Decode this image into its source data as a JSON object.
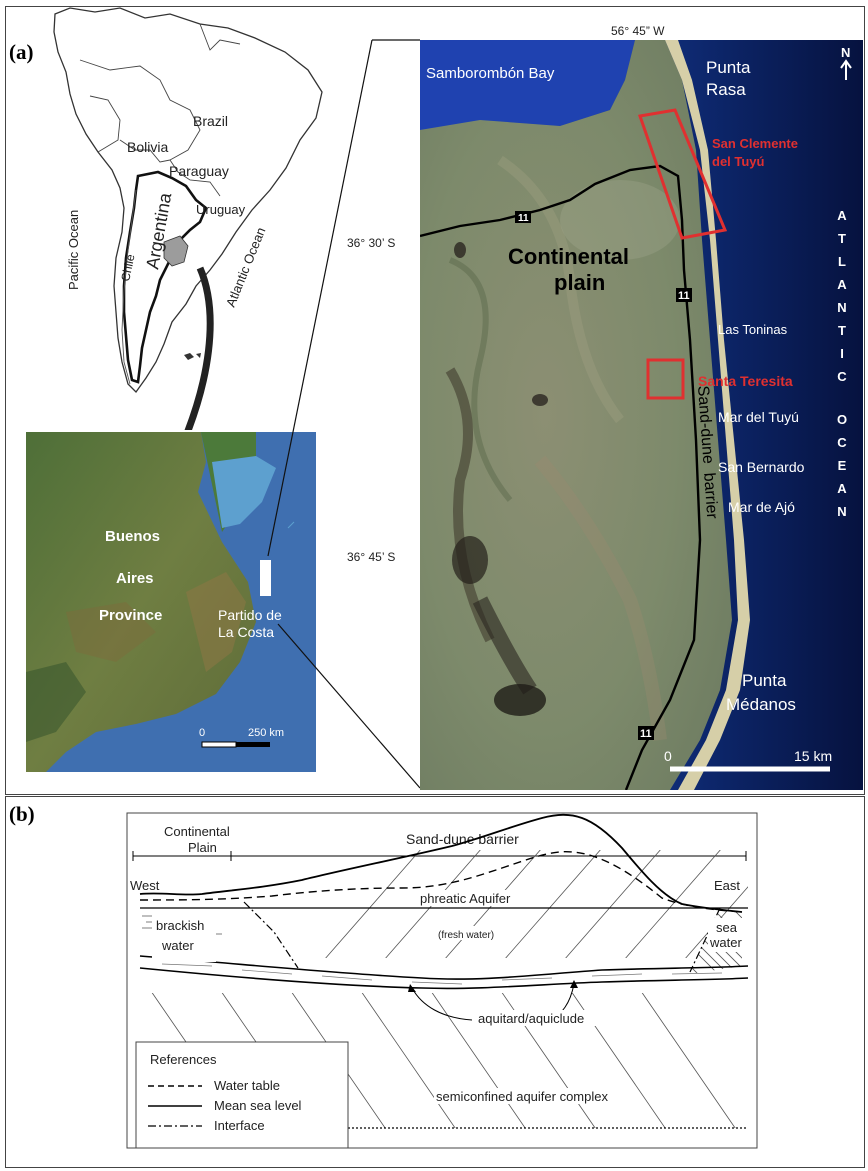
{
  "panel_a": {
    "label": "(a)",
    "continent_map": {
      "countries": [
        "Brazil",
        "Bolivia",
        "Paraguay",
        "Uruguay",
        "Chile",
        "Argentina"
      ],
      "oceans": [
        "Pacific Ocean",
        "Atlantic Ocean"
      ]
    },
    "province_map": {
      "province_lines": [
        "Buenos",
        "Aires",
        "Province"
      ],
      "partido_lines": [
        "Partido de",
        "La Costa"
      ],
      "scale_start": "0",
      "scale_end": "250 km"
    },
    "satellite_map": {
      "longitude_label": "56° 45” W",
      "lat_label_1": "36° 30’ S",
      "lat_label_2": "36° 45’ S",
      "bay": "Samborombón Bay",
      "punta_rasa_lines": [
        "Punta",
        "Rasa"
      ],
      "san_clemente_lines": [
        "San Clemente",
        "del Tuyú"
      ],
      "continental_plain_lines": [
        "Continental",
        "plain"
      ],
      "towns": [
        "Las Toninas",
        "Mar del Tuyú",
        "San Bernardo",
        "Mar de Ajó"
      ],
      "santa_teresita": "Santa Teresita",
      "sand_dune_barrier": "Sand-dune  barrier",
      "punta_medanos_lines": [
        "Punta",
        "Médanos"
      ],
      "ocean_letters": [
        "A",
        "T",
        "L",
        "A",
        "N",
        "T",
        "I",
        "C",
        "",
        "O",
        "C",
        "E",
        "A",
        "N"
      ],
      "north_letter": "N",
      "route": "11",
      "scale_start": "0",
      "scale_end": "15 km",
      "highlight_color": "#e03030"
    }
  },
  "panel_b": {
    "label": "(b)",
    "continental_plain_lines": [
      "Continental",
      "Plain"
    ],
    "sand_dune_barrier": "Sand-dune barrier",
    "west": "West",
    "east": "East",
    "phreatic_aquifer": "phreatic Aquifer",
    "fresh_water": "(fresh water)",
    "brackish_lines": [
      "brackish",
      "water"
    ],
    "sea_water_lines": [
      "sea",
      "water"
    ],
    "aquitard": "aquitard/aquiclude",
    "semiconfined": "semiconfined aquifer complex",
    "references_title": "References",
    "legend": [
      "Water table",
      "Mean sea level",
      "Interface"
    ]
  }
}
